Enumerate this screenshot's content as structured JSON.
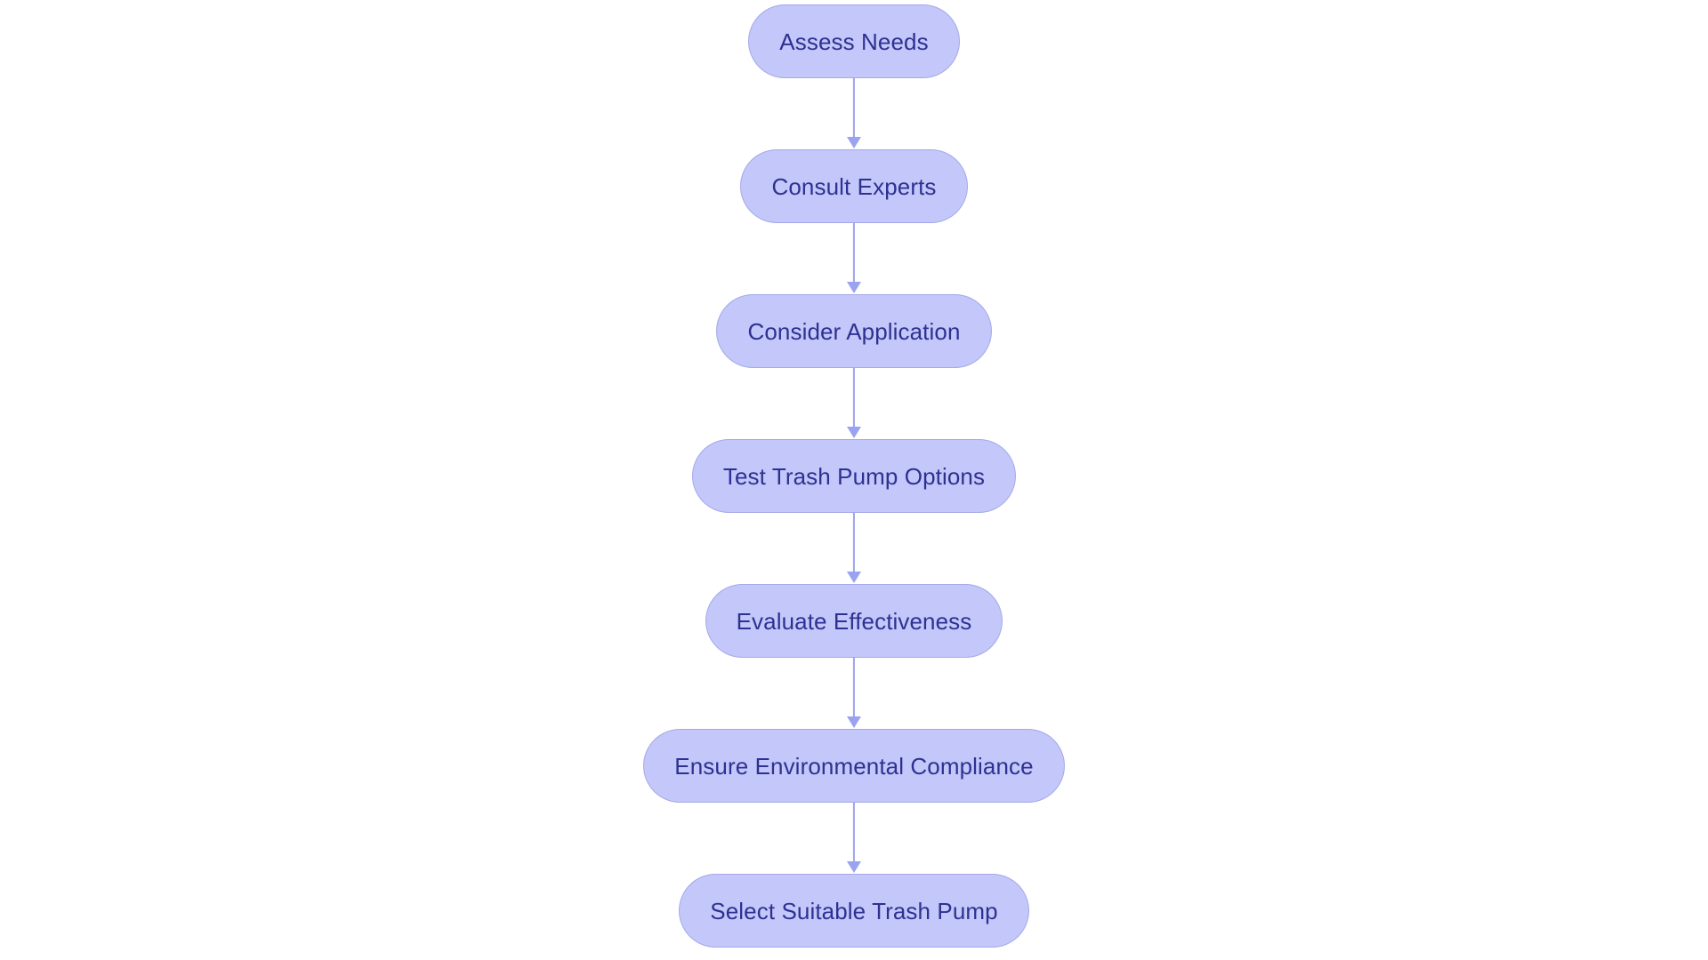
{
  "diagram": {
    "type": "flowchart",
    "orientation": "vertical-top-to-bottom",
    "background_color": "#ffffff",
    "node_fill_color": "#c3c7f9",
    "node_border_color": "#a4aae9",
    "node_text_color": "#2e3192",
    "connector_color": "#9aa3ef",
    "node_shape": "rounded-pill",
    "nodes": [
      {
        "id": "assess-needs",
        "label": "Assess Needs"
      },
      {
        "id": "consult-experts",
        "label": "Consult Experts"
      },
      {
        "id": "consider-application",
        "label": "Consider Application"
      },
      {
        "id": "test-trash-pump-options",
        "label": "Test Trash Pump Options"
      },
      {
        "id": "evaluate-effectiveness",
        "label": "Evaluate Effectiveness"
      },
      {
        "id": "ensure-environmental-compliance",
        "label": "Ensure Environmental Compliance"
      },
      {
        "id": "select-suitable-trash-pump",
        "label": "Select Suitable Trash Pump"
      }
    ],
    "edges": [
      {
        "from": "assess-needs",
        "to": "consult-experts",
        "arrow": "down-arrow-icon"
      },
      {
        "from": "consult-experts",
        "to": "consider-application",
        "arrow": "down-arrow-icon"
      },
      {
        "from": "consider-application",
        "to": "test-trash-pump-options",
        "arrow": "down-arrow-icon"
      },
      {
        "from": "test-trash-pump-options",
        "to": "evaluate-effectiveness",
        "arrow": "down-arrow-icon"
      },
      {
        "from": "evaluate-effectiveness",
        "to": "ensure-environmental-compliance",
        "arrow": "down-arrow-icon"
      },
      {
        "from": "ensure-environmental-compliance",
        "to": "select-suitable-trash-pump",
        "arrow": "down-arrow-icon"
      }
    ]
  }
}
